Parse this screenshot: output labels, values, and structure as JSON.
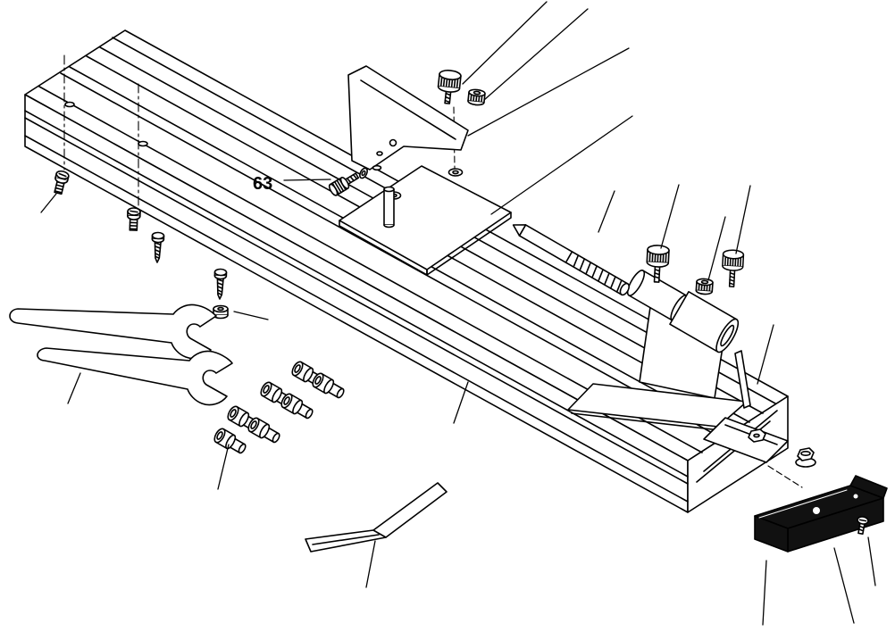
{
  "figure": {
    "type": "exploded-parts-diagram",
    "callout": {
      "label": "63"
    }
  },
  "colors": {
    "line": "#000000",
    "background": "#ffffff",
    "block_fill": "#111111"
  },
  "parts": [
    "fence-rail",
    "angle-bracket",
    "thumb-screw",
    "knurled-nut",
    "mounting-plate",
    "guide-pin",
    "locking-screw-63",
    "washer",
    "threaded-rod",
    "clamp-body",
    "clamp-base-plate",
    "clamp-pin",
    "thumb-knob",
    "pan-head-screw",
    "wood-screw",
    "flange-nut",
    "open-end-wrench-large",
    "open-end-wrench-small",
    "socket-head-bolt",
    "bent-flat-bar",
    "rail-end-bracket",
    "hex-bolt",
    "stop-block",
    "stop-block-screw"
  ]
}
